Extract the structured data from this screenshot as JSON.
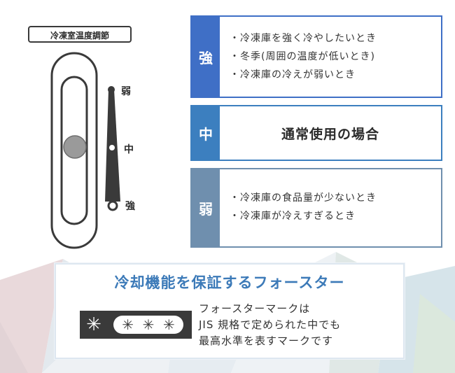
{
  "dial": {
    "title": "冷凍室温度調節",
    "labels": {
      "weak": "弱",
      "mid": "中",
      "strong": "強"
    }
  },
  "settings": {
    "strong": {
      "badge": "強",
      "lines": [
        "・冷凍庫を強く冷やしたいとき",
        "・冬季(周囲の温度が低いとき)",
        "・冷凍庫の冷えが弱いとき"
      ]
    },
    "mid": {
      "badge": "中",
      "text": "通常使用の場合"
    },
    "weak": {
      "badge": "弱",
      "lines": [
        "・冷凍庫の食品量が少ないとき",
        "・冷凍庫が冷えすぎるとき"
      ]
    }
  },
  "forster": {
    "title": "冷却機能を保証するフォースター",
    "mark_big": "✳",
    "mark_small": [
      "✳",
      "✳",
      "✳"
    ],
    "desc": [
      "フォースターマークは",
      "JIS 規格で定められた中でも",
      "最高水準を表すマークです"
    ]
  }
}
